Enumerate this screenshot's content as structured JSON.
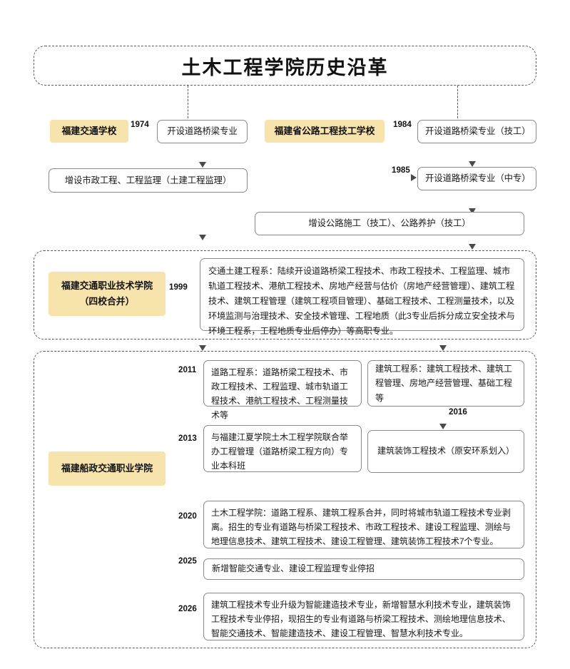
{
  "title": {
    "text": "土木工程学院历史沿革"
  },
  "branch_left": {
    "school_tag": "福建交通学校",
    "year": "1974",
    "node1": "开设道路桥梁专业",
    "node2": "增设市政工程、工程监理（土建工程监理）"
  },
  "branch_right": {
    "school_tag": "福建省公路工程技工学校",
    "year1": "1984",
    "node1": "开设道路桥梁专业（技工）",
    "year2": "1985",
    "node2": "开设道路桥梁专业（中专）",
    "node3": "增设公路施工（技工）、公路养护（技工）"
  },
  "section_1999": {
    "school_tag_line1": "福建交通职业技术学院",
    "school_tag_line2": "（四校合并）",
    "year": "1999",
    "paragraph": "交通土建工程系：陆续开设道路桥梁工程技术、市政工程技术、工程监理、城市轨道工程技术、港航工程技术、房地产经营与估价（房地产经营管理）、建筑工程技术、建筑工程管理（建筑工程项目管理）、基础工程技术、工程测量技术，以及环境监测与治理技术、安全技术管理、工程地质（此3专业后拆分成立安全技术与环境工程系，工程地质专业后停办）等高职专业。"
  },
  "section_bottom": {
    "school_tag": "福建船政交通职业学院",
    "entries": [
      {
        "year": "2011",
        "text": "道路工程系：道路桥梁工程技术、市政工程技术、工程监理、城市轨道工程技术、港航工程技术、工程测量技术等"
      },
      {
        "year": "2013",
        "text": "与福建江夏学院土木工程学院联合举办工程管理（道路桥梁工程方向）专业本科班"
      },
      {
        "year": "2020",
        "text": "土木工程学院：道路工程系、建筑工程系合并，同时将城市轨道工程技术专业剥离。招生的专业有道路与桥梁工程技术、市政工程技术、建设工程监理、测绘与地理信息技术、建筑工程技术、建设工程管理、建筑装饰工程技术7个专业。"
      },
      {
        "year": "2025",
        "text": "新增智能交通专业、建设工程监理专业停招"
      },
      {
        "year": "2026",
        "text": "建筑工程技术专业升级为智能建造技术专业，新增智慧水利技术专业，建筑装饰工程技术专业停招，现招生的专业有道路与桥梁工程技术、测绘地理信息技术、智能交通技术、智能建造技术、建设工程管理、智慧水利技术专业。"
      }
    ],
    "right_column": {
      "node_top": "建筑工程系：建筑工程技术、建筑工程管理、房地产经营管理、基础工程等",
      "year": "2016",
      "node_bottom": "建筑装饰工程技术（原安环系划入）"
    }
  },
  "colors": {
    "tag_fill": "#f7e3ac",
    "box_border": "#8a8a8a",
    "group_border": "#5a5a5a",
    "line": "#4a4a4a",
    "text": "#1a1a1a"
  }
}
